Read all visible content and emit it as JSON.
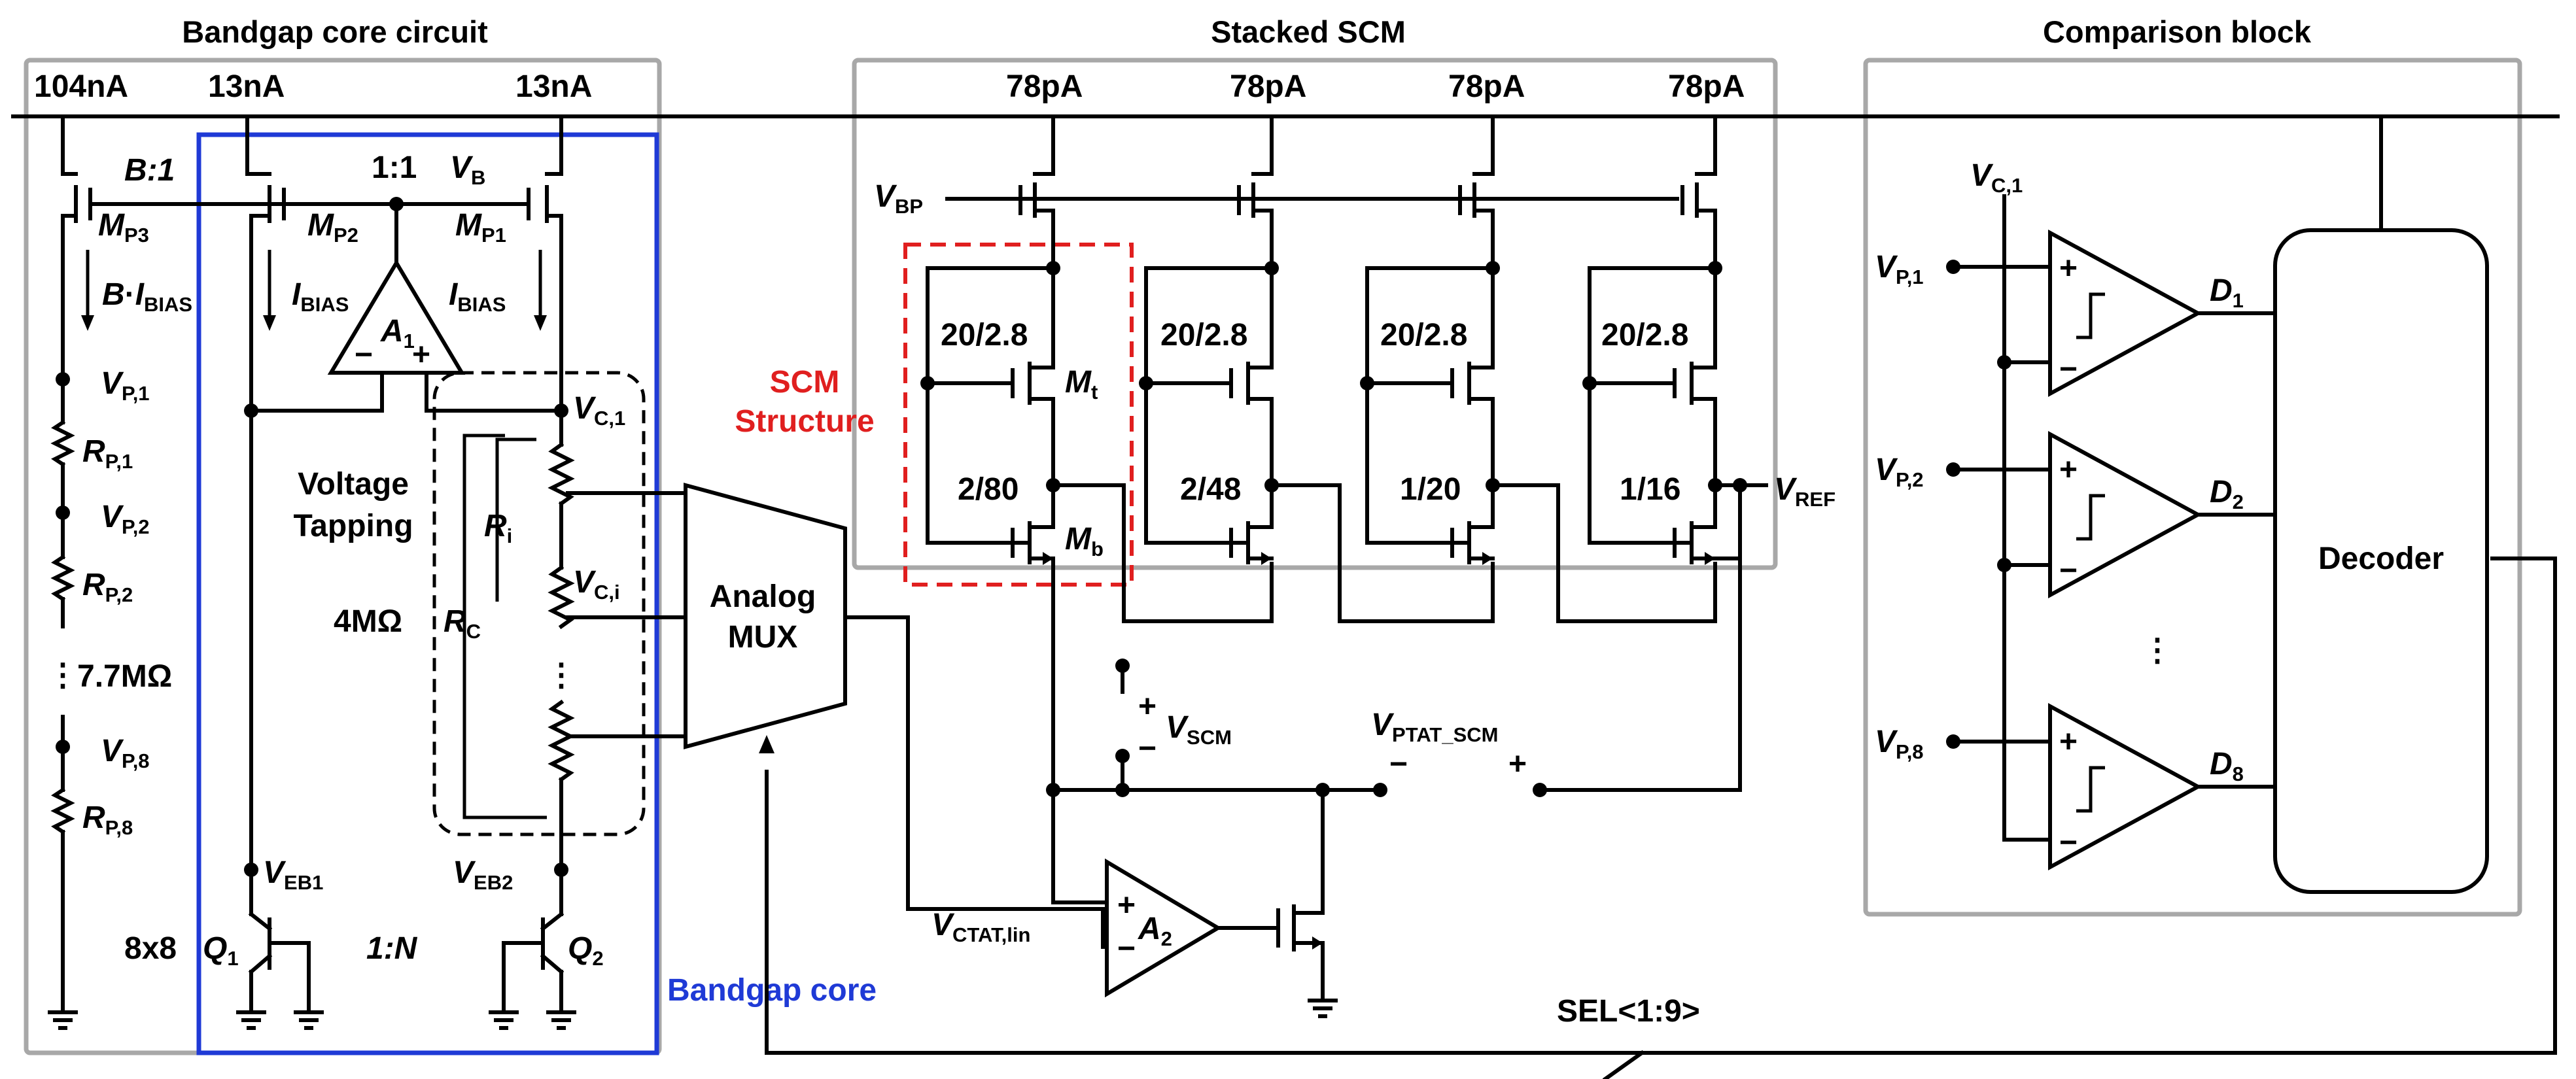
{
  "blocks": {
    "bandgap_title": "Bandgap core circuit",
    "scm_title": "Stacked SCM",
    "comparison_title": "Comparison block",
    "bandgap_core": "Bandgap core",
    "scm_structure_1": "SCM",
    "scm_structure_2": "Structure",
    "voltage_tapping_1": "Voltage",
    "voltage_tapping_2": "Tapping",
    "mux_1": "Analog",
    "mux_2": "MUX",
    "decoder": "Decoder"
  },
  "currents": {
    "i104": "104nA",
    "i13a": "13nA",
    "i13b": "13nA",
    "p78_1": "78pA",
    "p78_2": "78pA",
    "p78_3": "78pA",
    "p78_4": "78pA"
  },
  "labels": {
    "ratio_b": "B:1",
    "ratio_11": "1:1",
    "ratio_1n": "1:N",
    "array": "8x8",
    "r_total": "4MΩ",
    "r_ladder": "7.7MΩ",
    "sel": "SEL<1:9>"
  },
  "sizes": {
    "top1": "20/2.8",
    "top2": "20/2.8",
    "top3": "20/2.8",
    "top4": "20/2.8",
    "bot1": "2/80",
    "bot2": "2/48",
    "bot3": "1/20",
    "bot4": "1/16"
  }
}
